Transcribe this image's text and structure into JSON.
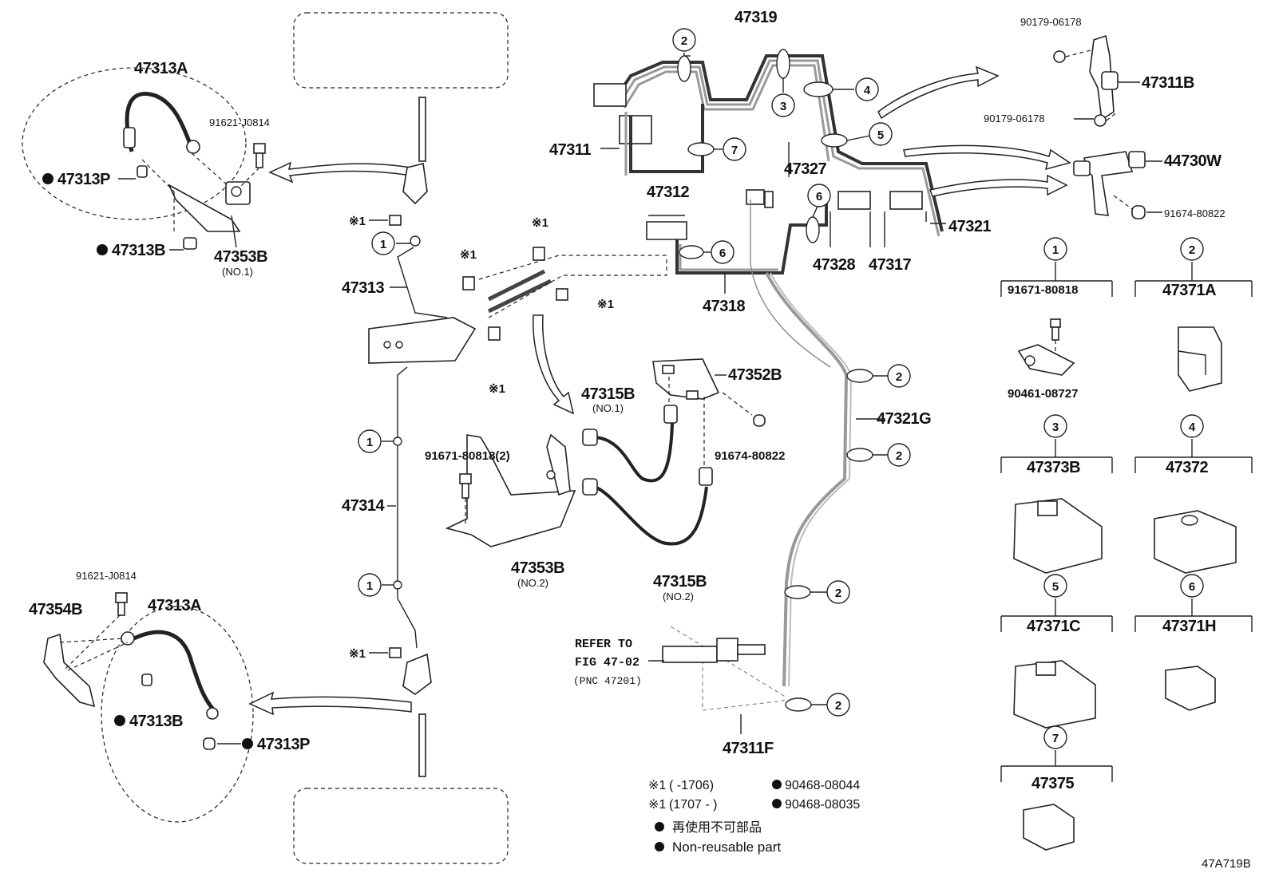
{
  "diagram_id": "47A719B",
  "parts": {
    "p47319": "47319",
    "p47311": "47311",
    "p47312": "47312",
    "p47318": "47318",
    "p47327": "47327",
    "p47328": "47328",
    "p47317": "47317",
    "p47321": "47321",
    "p47321G": "47321G",
    "p47311F": "47311F",
    "p47311B": "47311B",
    "p44730W": "44730W",
    "p47313A_top": "47313A",
    "p47313A_bot": "47313A",
    "p47313P_top": "47313P",
    "p47313P_bot": "47313P",
    "p47313B_top": "47313B",
    "p47313B_bot": "47313B",
    "p47353B_no1": "47353B",
    "p47353B_no2": "47353B",
    "p47313": "47313",
    "p47314": "47314",
    "p47354B": "47354B",
    "p47352B": "47352B",
    "p47315B_no1": "47315B",
    "p47315B_no2": "47315B",
    "b91621_top": "91621-J0814",
    "b91621_bot": "91621-J0814",
    "b91671_2": "91671-80818(2)",
    "b91674_mid": "91674-80822",
    "b91674_right": "91674-80822",
    "b90179_a": "90179-06178",
    "b90179_b": "90179-06178"
  },
  "sublabels": {
    "no1": "(NO.1)",
    "no2": "(NO.2)"
  },
  "refer": {
    "line1": "REFER TO",
    "line2": "FIG 47-02",
    "line3": "(PNC 47201)"
  },
  "callout_nums": [
    "1",
    "2",
    "3",
    "4",
    "5",
    "6",
    "7"
  ],
  "x1_mark": "※1",
  "clamps": [
    {
      "num": "1",
      "part": "91671-80818",
      "sub": "90461-08727"
    },
    {
      "num": "2",
      "part": "47371A"
    },
    {
      "num": "3",
      "part": "47373B"
    },
    {
      "num": "4",
      "part": "47372"
    },
    {
      "num": "5",
      "part": "47371C"
    },
    {
      "num": "6",
      "part": "47371H"
    },
    {
      "num": "7",
      "part": "47375"
    }
  ],
  "legend": {
    "row1_mark": "※1",
    "row1_range": "(       -1706)",
    "row1_part": "90468-08044",
    "row2_mark": "※1",
    "row2_range": "(1707 -       )",
    "row2_part": "90468-08035",
    "row3_text": "再使用不可部品",
    "row4_text": "Non-reusable part"
  }
}
